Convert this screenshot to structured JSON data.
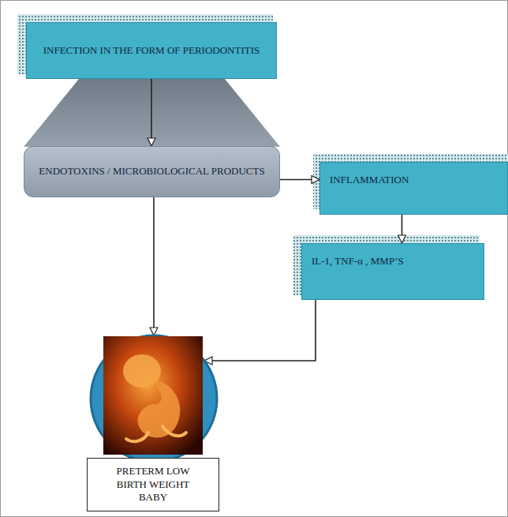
{
  "diagram": {
    "nodes": [
      {
        "text": [
          "INFECTION IN THE FORM OF PERIODONTITIS"
        ]
      },
      {
        "text": [
          "ENDOTOXINS / MICROBIOLOGICAL PRODUCTS"
        ]
      },
      {
        "text": [
          "INFLAMMATION"
        ]
      },
      {
        "text": [
          "IL-1, TNF-α , MMP’S"
        ]
      },
      {
        "text": [
          "PRETERM LOW BIRTH WEIGHT BABY"
        ]
      }
    ],
    "edges": [
      {
        "from": 0,
        "to": 1,
        "arrow": "to"
      },
      {
        "from": 1,
        "to": 2,
        "arrow": "to"
      },
      {
        "from": 2,
        "to": 3,
        "arrow": "to"
      },
      {
        "from": 1,
        "to": 4,
        "arrow": "to"
      },
      {
        "from": 3,
        "to": 4,
        "arrow": "to"
      }
    ]
  }
}
